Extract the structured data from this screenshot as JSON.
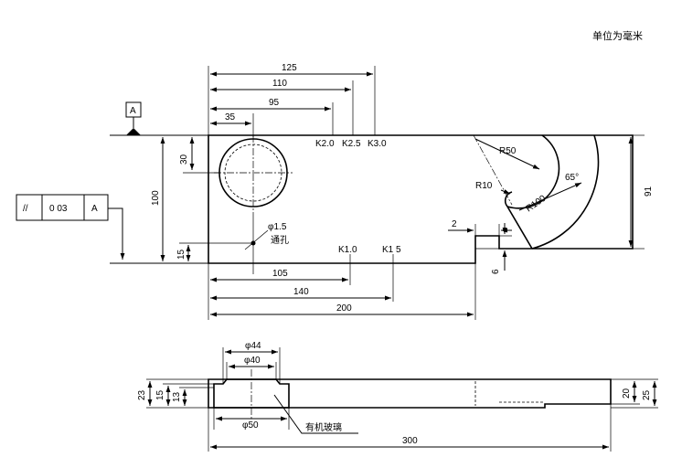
{
  "unit_note": "单位为毫米",
  "datum": {
    "letter": "A"
  },
  "tolerance_frame": {
    "symbol": "//",
    "value": "0 03",
    "datum": "A"
  },
  "top_view": {
    "dims": {
      "d125": "125",
      "d110": "110",
      "d95": "95",
      "d35": "35",
      "d30": "30",
      "d100": "100",
      "d15": "15",
      "d91": "91",
      "d105": "105",
      "d140": "140",
      "d200": "200",
      "d2": "2",
      "d6": "6",
      "r50": "R50",
      "r100": "R100",
      "r10": "R10",
      "angle65": "65°"
    },
    "labels": {
      "k20": "K2.0",
      "k25": "K2.5",
      "k30": "K3.0",
      "k10": "K1.0",
      "k15": "K1 5",
      "hole_dia": "φ1.5",
      "through_hole": "通孔"
    }
  },
  "side_view": {
    "dims": {
      "phi44": "φ44",
      "phi40": "φ40",
      "phi50": "φ50",
      "d23": "23",
      "d15": "15",
      "d13": "13",
      "d20": "20",
      "d25": "25",
      "d300": "300"
    },
    "labels": {
      "material": "有机玻璃"
    }
  }
}
